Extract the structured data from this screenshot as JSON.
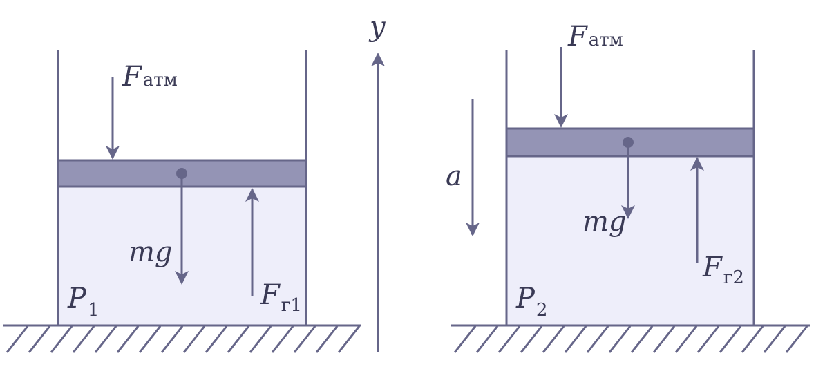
{
  "colors": {
    "stroke": "#666689",
    "gas_fill": "#eeeefa",
    "piston_fill": "#9494b5",
    "ground_line": "#666689"
  },
  "labels": {
    "axis_y": "y",
    "acceleration": "a",
    "left": {
      "f_atm_main": "F",
      "f_atm_sub": "атм",
      "mg": "mg",
      "f_gas_main": "F",
      "f_gas_sub": "г1",
      "pressure_main": "P",
      "pressure_sub": "1"
    },
    "right": {
      "f_atm_main": "F",
      "f_atm_sub": "атм",
      "mg": "mg",
      "f_gas_main": "F",
      "f_gas_sub": "г2",
      "pressure_main": "P",
      "pressure_sub": "2"
    }
  }
}
